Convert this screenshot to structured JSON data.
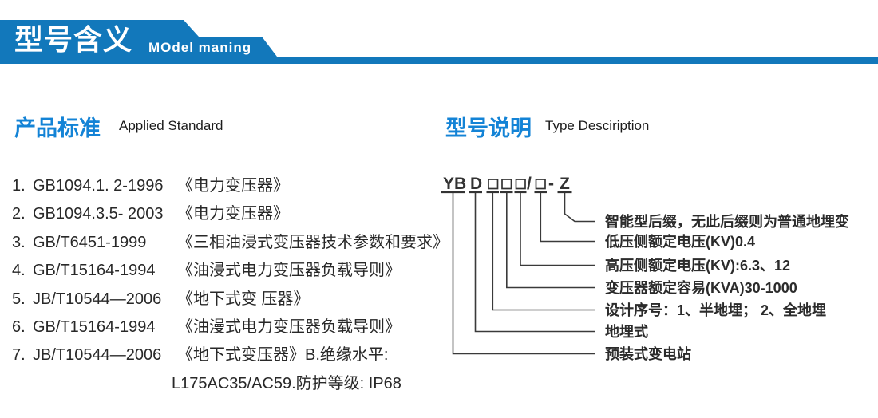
{
  "colors": {
    "banner_blue": "#1278bb",
    "heading_blue": "#1383d6",
    "text_dark": "#282828"
  },
  "banner": {
    "title_zh": "型号含义",
    "title_en": "MOdel maning"
  },
  "left_section": {
    "heading_zh": "产品标准",
    "heading_en": "Applied Standard",
    "items": [
      {
        "num": "1.",
        "code": "GB1094.1. 2-1996",
        "title": "《电力变压器》"
      },
      {
        "num": "2.",
        "code": "GB1094.3.5- 2003",
        "title": "《电力变压器》"
      },
      {
        "num": "3.",
        "code": "GB/T6451-1999",
        "title": "《三相油浸式变压器技术参数和要求》"
      },
      {
        "num": "4.",
        "code": "GB/T15164-1994",
        "title": "《油浸式电力变压器负载导则》"
      },
      {
        "num": "5.",
        "code": "JB/T10544—2006",
        "title": "《地下式变 压器》"
      },
      {
        "num": "6.",
        "code": "GB/T15164-1994",
        "title": "《油漫式电力变压器负载导则》"
      },
      {
        "num": "7.",
        "code": "JB/T10544—2006",
        "title": "《地下式变压器》B.绝缘水平:"
      }
    ],
    "continuation": "L175AC35/AC59.防护等级: IP68"
  },
  "right_section": {
    "heading_zh": "型号说明",
    "heading_en": "Type Desciription",
    "model_code": {
      "prefix": "YB",
      "second": "D",
      "slash": "/",
      "dash": "-",
      "suffix": "Z"
    },
    "labels": [
      "智能型后缀，无此后缀则为普通地埋变",
      "低压侧额定电压(KV)0.4",
      "高压侧额定电压(KV):6.3、12",
      "变压器额定容易(KVA)30-1000",
      "设计序号：1、半地埋； 2、全地埋",
      "地埋式",
      "预装式变电站"
    ]
  }
}
